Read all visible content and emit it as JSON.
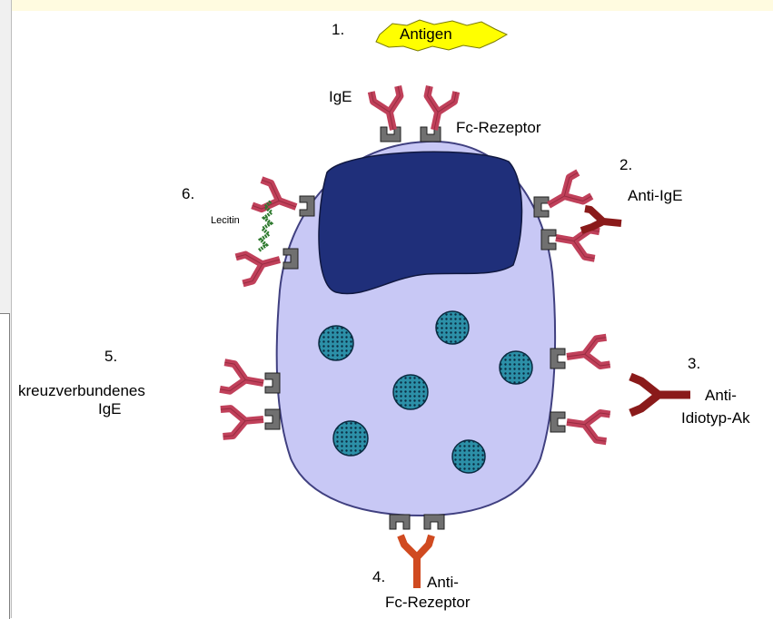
{
  "labels": {
    "n1": "1.",
    "antigen": "Antigen",
    "ige": "IgE",
    "fc_rezeptor": "Fc-Rezeptor",
    "n2": "2.",
    "anti_ige": "Anti-IgE",
    "n3": "3.",
    "anti_idiotyp_1": "Anti-",
    "anti_idiotyp_2": "Idiotyp-Ak",
    "n4": "4.",
    "anti_fc_1": "Anti-",
    "anti_fc_2": "Fc-Rezeptor",
    "n5": "5.",
    "kreuz_1": "kreuzverbundenes",
    "kreuz_2": "IgE",
    "n6": "6.",
    "lecitin": "Lecitin"
  },
  "colors": {
    "cell_fill": "#c8c8f5",
    "cell_stroke": "#404080",
    "nucleus": "#1f2f7a",
    "granule": "#2c90a8",
    "ige": "#c0405a",
    "receptor": "#707070",
    "anti_dark": "#8a1a1a",
    "anti_fc": "#d04a20",
    "antigen": "#ffff00"
  }
}
